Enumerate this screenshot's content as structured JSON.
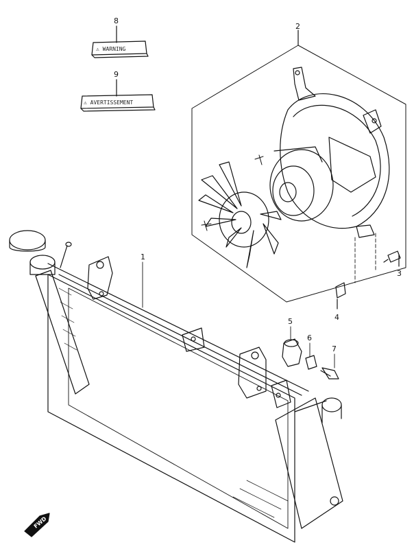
{
  "diagram": {
    "callouts": [
      {
        "id": "1",
        "text": "1"
      },
      {
        "id": "2",
        "text": "2"
      },
      {
        "id": "3",
        "text": "3"
      },
      {
        "id": "4",
        "text": "4"
      },
      {
        "id": "5",
        "text": "5"
      },
      {
        "id": "6",
        "text": "6"
      },
      {
        "id": "7",
        "text": "7"
      },
      {
        "id": "8",
        "text": "8"
      },
      {
        "id": "9",
        "text": "9"
      }
    ],
    "warning_label_text": "⚠ WARNING",
    "avertissement_label_text": "⚠ AVERTISSEMENT",
    "fwd_arrow_text": "FWD"
  }
}
